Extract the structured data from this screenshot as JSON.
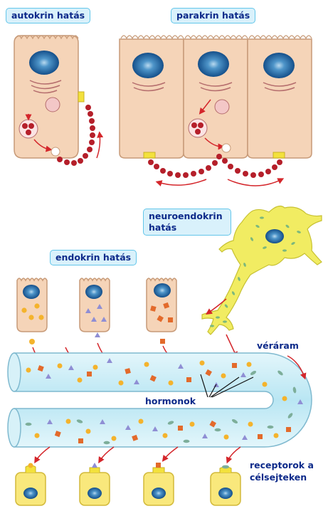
{
  "labels": {
    "autokrin": "autokrin hatás",
    "parakrin": "parakrin hatás",
    "neuroendokrin": "neuroendokrin hatás",
    "endokrin": "endokrin hatás",
    "veraram": "véráram",
    "hormonok": "hormonok",
    "receptorok_line1": "receptorok a",
    "receptorok_line2": "célsejteken"
  },
  "colors": {
    "cell_fill": "#f5d4b8",
    "cell_stroke": "#c79a78",
    "nucleus": "#1d70b0",
    "secretion": "#b51f2a",
    "arrow": "#d4262b",
    "receptor": "#f3e13c",
    "vessel": "#c7ecf6",
    "vessel_stroke": "#7fb9cf",
    "target_cell": "#f9e87c",
    "neuron": "#f1ec62",
    "neuron_dots": "#7cb87c",
    "hormone_circle": "#f4b32c",
    "hormone_triangle": "#8f8ed4",
    "hormone_square": "#e36a2b",
    "hormone_oval": "#7dae9a",
    "label_text": "#0d2a8a",
    "label_box_fill": "#d9f1fb",
    "label_box_stroke": "#63c6ea"
  },
  "icons": [
    "cell-icon",
    "nucleus-icon",
    "neuron-icon",
    "blood-vessel-icon",
    "arrow-icon",
    "hormone-icon"
  ]
}
